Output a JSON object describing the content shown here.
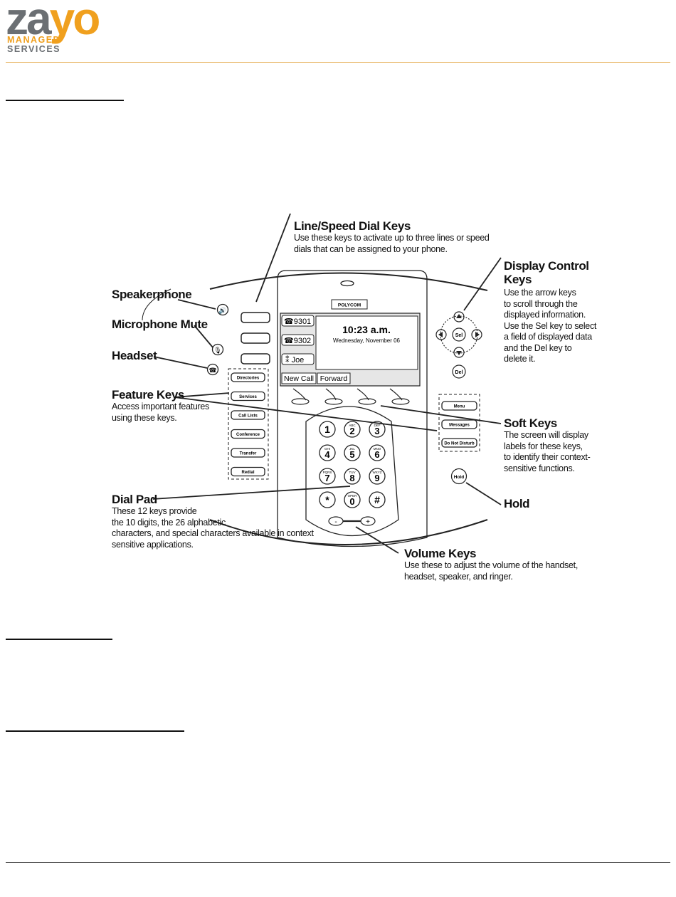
{
  "logo": {
    "word_a": "za",
    "word_b": "yo",
    "line1": "MANAGED",
    "line2": "SERVICES"
  },
  "colors": {
    "brand_orange": "#f0a01e",
    "brand_gray": "#6b6f73"
  },
  "phone": {
    "brand": "POLYCOM",
    "lines": [
      "9301",
      "9302",
      "Joe"
    ],
    "time": "10:23 a.m.",
    "date": "Wednesday, November 06",
    "softkeys": [
      "New Call",
      "Forward"
    ],
    "feature_keys": [
      "Directories",
      "Services",
      "Call Lists",
      "Conference",
      "Transfer",
      "Redial"
    ],
    "right_keys": [
      "Menu",
      "Messages",
      "Do Not Disturb"
    ],
    "nav": {
      "sel": "Sel",
      "del": "Del"
    },
    "hold": "Hold",
    "dialpad": [
      {
        "d": "1",
        "l": ""
      },
      {
        "d": "2",
        "l": "ABC"
      },
      {
        "d": "3",
        "l": "DEF"
      },
      {
        "d": "4",
        "l": "GHI"
      },
      {
        "d": "5",
        "l": "JKL"
      },
      {
        "d": "6",
        "l": "MNO"
      },
      {
        "d": "7",
        "l": "PQRS"
      },
      {
        "d": "8",
        "l": "TUV"
      },
      {
        "d": "9",
        "l": "WXYZ"
      },
      {
        "d": "*",
        "l": ""
      },
      {
        "d": "0",
        "l": "OPER"
      },
      {
        "d": "#",
        "l": ""
      }
    ],
    "vol_minus": "-",
    "vol_plus": "+"
  },
  "annotations": {
    "line_speed": {
      "title": "Line/Speed Dial Keys",
      "desc": [
        "Use these keys to activate up to three lines or speed",
        "dials that can be assigned to your phone."
      ]
    },
    "display_control": {
      "title": [
        "Display Control",
        "Keys"
      ],
      "desc": [
        "Use the arrow keys",
        "to scroll through the",
        "displayed information.",
        "Use the Sel key to select",
        "a field of displayed data",
        "and the Del key to",
        "delete it."
      ]
    },
    "speakerphone": {
      "title": "Speakerphone"
    },
    "mic_mute": {
      "title": "Microphone Mute"
    },
    "headset": {
      "title": "Headset"
    },
    "feature_keys": {
      "title": "Feature Keys",
      "desc": [
        "Access important features",
        "using these keys."
      ]
    },
    "soft_keys": {
      "title": "Soft Keys",
      "desc": [
        "The screen will display",
        "labels for these keys,",
        "to identify their context-",
        "sensitive functions."
      ]
    },
    "hold": {
      "title": "Hold"
    },
    "dial_pad": {
      "title": "Dial Pad",
      "desc": [
        "These 12 keys provide",
        "the 10 digits, the 26 alphabetic",
        "characters, and special characters available in context",
        "sensitive applications."
      ]
    },
    "volume": {
      "title": "Volume Keys",
      "desc": [
        "Use these to adjust the volume of the handset,",
        "headset, speaker, and ringer."
      ]
    }
  }
}
